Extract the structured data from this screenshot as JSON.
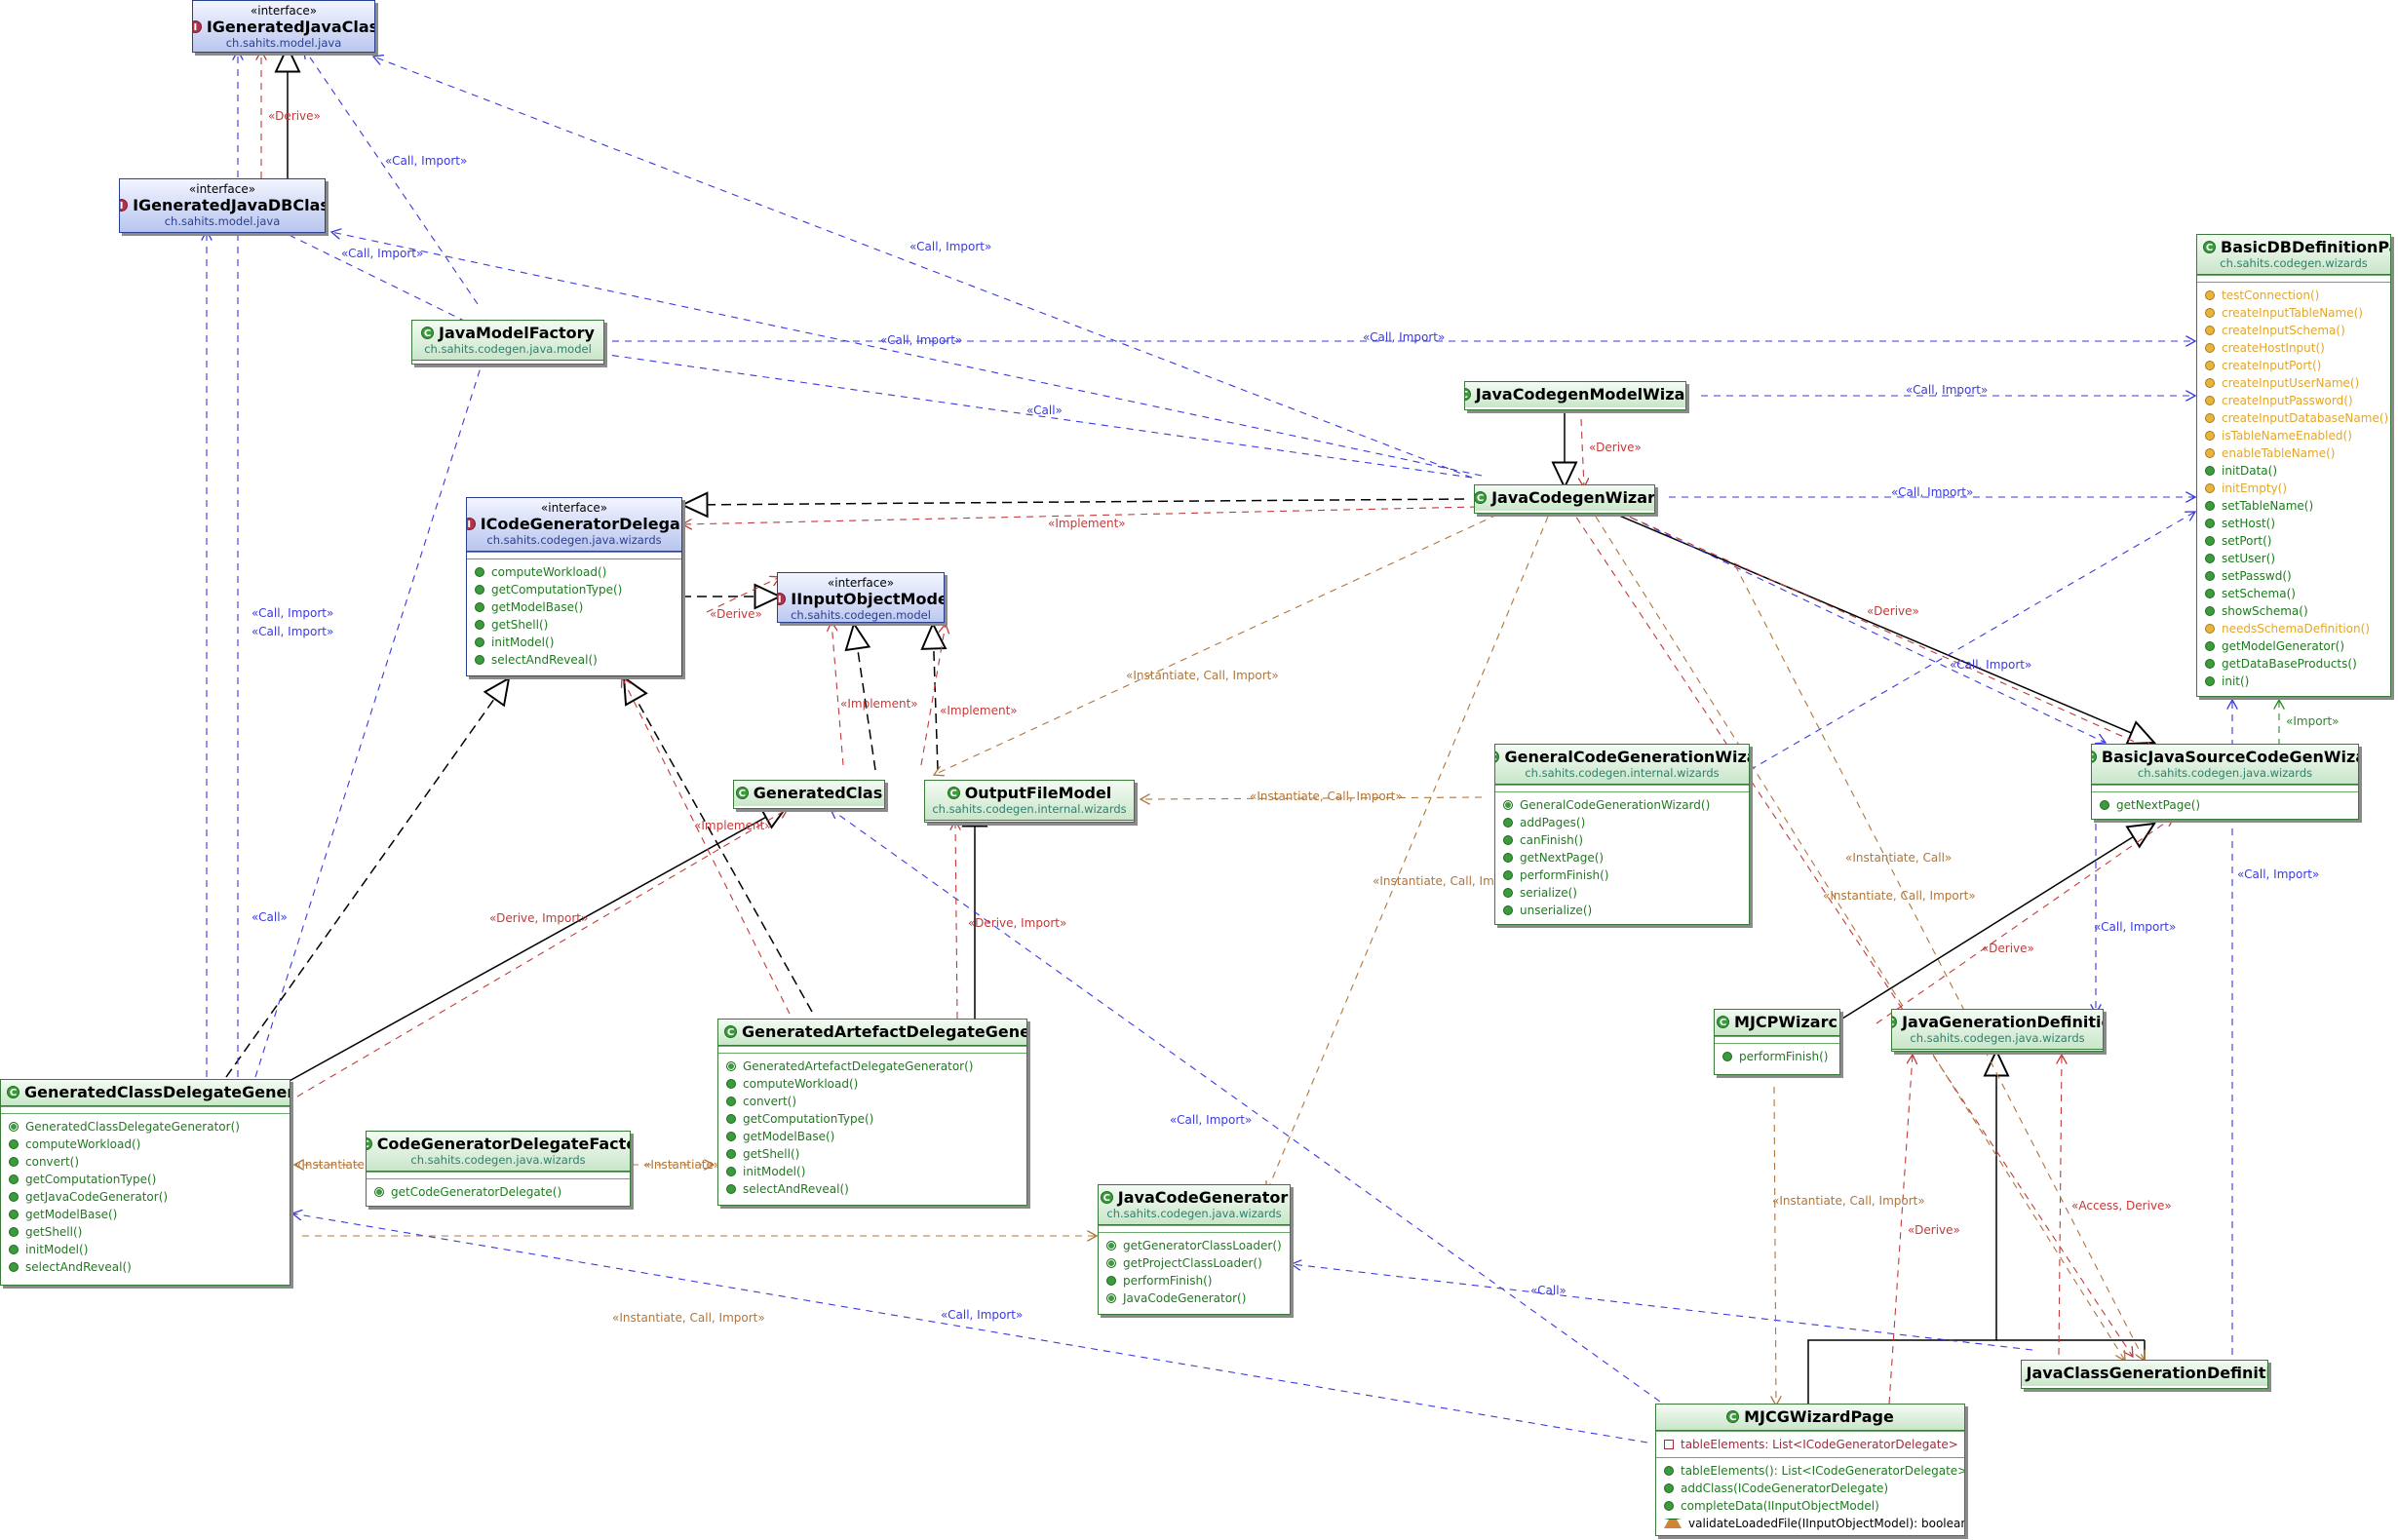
{
  "classes": {
    "igeneratedjavaclas": {
      "stereotype": "«interface»",
      "name": "IGeneratedJavaClas",
      "package": "ch.sahits.model.java",
      "kind": "interface"
    },
    "igeneratedjavadbclas": {
      "stereotype": "«interface»",
      "name": "IGeneratedJavaDBClas",
      "package": "ch.sahits.model.java",
      "kind": "interface"
    },
    "javamodelfactory": {
      "name": "JavaModelFactory",
      "package": "ch.sahits.codegen.java.model",
      "kind": "class"
    },
    "icodegeneratordelegal": {
      "stereotype": "«interface»",
      "name": "ICodeGeneratorDelegal",
      "package": "ch.sahits.codegen.java.wizards",
      "kind": "interface",
      "methods": [
        "computeWorkload()",
        "getComputationType()",
        "getModelBase()",
        "getShell()",
        "initModel()",
        "selectAndReveal()"
      ]
    },
    "iinputobjectmode": {
      "stereotype": "«interface»",
      "name": "IInputObjectMode",
      "package": "ch.sahits.codegen.model",
      "kind": "interface"
    },
    "generatedclas": {
      "name": "GeneratedClas",
      "kind": "class"
    },
    "outputfilemodel": {
      "name": "OutputFileModel",
      "package": "ch.sahits.codegen.internal.wizards",
      "kind": "class"
    },
    "javacodegenmodelwizar": {
      "name": "JavaCodegenModelWizar",
      "kind": "class"
    },
    "javacodegenwizar": {
      "name": "JavaCodegenWizar",
      "kind": "class"
    },
    "basicdbdefinitionpage": {
      "name": "BasicDBDefinitionPag",
      "package": "ch.sahits.codegen.wizards",
      "kind": "class",
      "methods": [
        {
          "t": "testConnection()",
          "c": "y"
        },
        {
          "t": "createInputTableName()",
          "c": "y"
        },
        {
          "t": "createInputSchema()",
          "c": "y"
        },
        {
          "t": "createHostInput()",
          "c": "y"
        },
        {
          "t": "createInputPort()",
          "c": "y"
        },
        {
          "t": "createInputUserName()",
          "c": "y"
        },
        {
          "t": "createInputPassword()",
          "c": "y"
        },
        {
          "t": "createInputDatabaseName()",
          "c": "y"
        },
        {
          "t": "isTableNameEnabled()",
          "c": "y"
        },
        {
          "t": "enableTableName()",
          "c": "y"
        },
        {
          "t": "initData()",
          "c": "g"
        },
        {
          "t": "initEmpty()",
          "c": "y"
        },
        {
          "t": "setTableName()",
          "c": "g"
        },
        {
          "t": "setHost()",
          "c": "g"
        },
        {
          "t": "setPort()",
          "c": "g"
        },
        {
          "t": "setUser()",
          "c": "g"
        },
        {
          "t": "setPasswd()",
          "c": "g"
        },
        {
          "t": "setSchema()",
          "c": "g"
        },
        {
          "t": "showSchema()",
          "c": "g"
        },
        {
          "t": "needsSchemaDefinition()",
          "c": "y"
        },
        {
          "t": "getModelGenerator()",
          "c": "g"
        },
        {
          "t": "getDataBaseProducts()",
          "c": "g"
        },
        {
          "t": "init()",
          "c": "g"
        }
      ]
    },
    "generalcodegenerationwiza": {
      "name": "GeneralCodeGenerationWiza",
      "package": "ch.sahits.codegen.internal.wizards",
      "kind": "class",
      "methods": [
        "GeneralCodeGenerationWizard()",
        "addPages()",
        "canFinish()",
        "getNextPage()",
        "performFinish()",
        "serialize()",
        "unserialize()"
      ]
    },
    "basicjavasourcecodegenwiza": {
      "name": "BasicJavaSourceCodeGenWiza",
      "package": "ch.sahits.codegen.java.wizards",
      "kind": "class",
      "methods": [
        "getNextPage()"
      ]
    },
    "mjcpwizarc": {
      "name": "MJCPWizarc",
      "kind": "class",
      "methods": [
        "performFinish()"
      ]
    },
    "javagenerationdefinitic": {
      "name": "JavaGenerationDefinitic",
      "package": "ch.sahits.codegen.java.wizards",
      "kind": "class"
    },
    "generatedclassdelegategenerat": {
      "name": "GeneratedClassDelegateGenerat",
      "kind": "class",
      "methods": [
        "GeneratedClassDelegateGenerator()",
        "computeWorkload()",
        "convert()",
        "getComputationType()",
        "getJavaCodeGenerator()",
        "getModelBase()",
        "getShell()",
        "initModel()",
        "selectAndReveal()"
      ]
    },
    "codegeneratordelegatefacto": {
      "name": "CodeGeneratorDelegateFacto",
      "package": "ch.sahits.codegen.java.wizards",
      "kind": "class",
      "methods": [
        "getCodeGeneratorDelegate()"
      ]
    },
    "generatedartefactdelegategeneral": {
      "name": "GeneratedArtefactDelegateGeneral",
      "kind": "class",
      "methods": [
        "GeneratedArtefactDelegateGenerator()",
        "computeWorkload()",
        "convert()",
        "getComputationType()",
        "getModelBase()",
        "getShell()",
        "initModel()",
        "selectAndReveal()"
      ]
    },
    "javacodegenerator": {
      "name": "JavaCodeGenerator",
      "package": "ch.sahits.codegen.java.wizards",
      "kind": "class",
      "methods": [
        "getGeneratorClassLoader()",
        "getProjectClassLoader()",
        "performFinish()",
        "JavaCodeGenerator()"
      ]
    },
    "javaclassgenerationdefinitic": {
      "name": "JavaClassGenerationDefinitic",
      "kind": "class"
    },
    "mjcgwizardpage": {
      "name": "MJCGWizardPage",
      "kind": "class",
      "fields": [
        "tableElements: List<ICodeGeneratorDelegate>"
      ],
      "methods": [
        "tableElements(): List<ICodeGeneratorDelegate>",
        "addClass(ICodeGeneratorDelegate)",
        "completeData(IInputObjectModel)",
        "validateLoadedFile(IInputObjectModel): boolean"
      ]
    }
  },
  "labels": {
    "derive": "«Derive»",
    "call_import": "«Call, Import»",
    "call": "«Call»",
    "implement": "«Implement»",
    "instantiate": "«Instantiate»",
    "instantiate_call_import": "«Instantiate, Call, Import»",
    "instantiate_call": "«Instantiate, Call»",
    "derive_import": "«Derive, Import»",
    "access_derive": "«Access, Derive»",
    "import": "«Import»"
  },
  "colors": {
    "call_edge": "#3a3ae0",
    "derive_edge": "#c23a3a",
    "instantiate_edge": "#b0753a",
    "generalization_edge": "#000000",
    "import_edge": "#2c8a2c"
  }
}
